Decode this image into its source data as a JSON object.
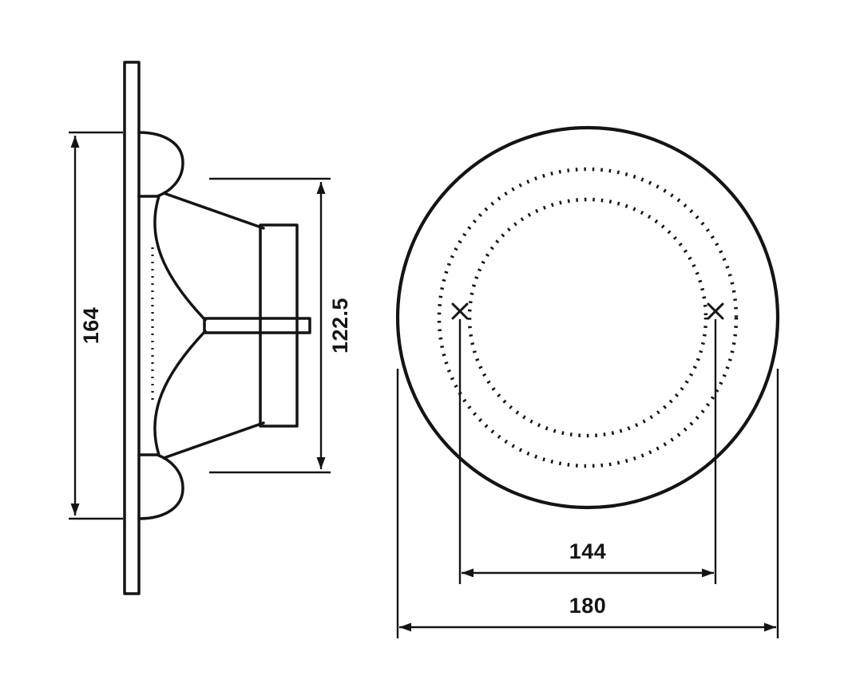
{
  "drawing": {
    "background": "#ffffff",
    "line_color": "#141414",
    "labels": {
      "side_height": "164",
      "side_depth": "122.5",
      "hole_spacing": "144",
      "outer_diameter": "180"
    }
  }
}
